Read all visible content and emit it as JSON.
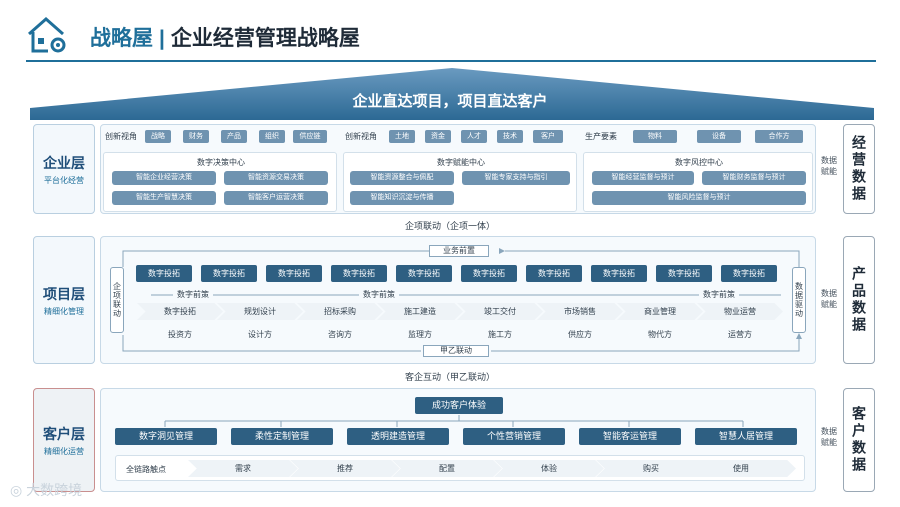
{
  "header": {
    "title_part1": "战略屋",
    "separator": "|",
    "title_part2": "企业经营管理战略屋"
  },
  "roof": {
    "text": "企业直达项目，项目直达客户"
  },
  "enterprise_layer": {
    "name": "企业层",
    "subtitle": "平台化经营",
    "groups": [
      {
        "view_label": "创新视角",
        "tags": [
          "战略",
          "财务",
          "产品",
          "组织",
          "供应链"
        ],
        "center_title": "数字决策中心",
        "pills": [
          "智能企业经营决策",
          "智能资源交易决策",
          "智能生产智慧决策",
          "智能客户运营决策"
        ]
      },
      {
        "view_label": "创新视角",
        "tags": [
          "土地",
          "资金",
          "人才",
          "技术",
          "客户"
        ],
        "center_title": "数字赋能中心",
        "pills": [
          "智能资源整合与佩配",
          "智能专家支持与指引",
          "智能知识沉淀与传播"
        ]
      },
      {
        "view_label": "生产要素",
        "tags": [
          "物料",
          "设备",
          "合作方"
        ],
        "center_title": "数字风控中心",
        "pills": [
          "智能经营监督与预计",
          "智能财务监督与预计",
          "智能风险监督与预计"
        ]
      }
    ],
    "empower": "数据\n赋能",
    "right_label": "经营数据"
  },
  "link1": "企项联动（企项一体）",
  "project_layer": {
    "name": "项目层",
    "subtitle": "精细化管理",
    "business_label": "业务前置",
    "data_boxes": [
      "数字投拓",
      "数字投拓",
      "数字投拓",
      "数字投拓",
      "数字投拓",
      "数字投拓",
      "数字投拓",
      "数字投拓",
      "数字投拓",
      "数字投拓"
    ],
    "left_link": "企项联动",
    "right_link": "数据驱动",
    "data_front": [
      "数字前策",
      "数字前策",
      "数字前策"
    ],
    "stages": [
      "数字投拓",
      "规划设计",
      "招标采购",
      "施工建造",
      "竣工交付",
      "市场销售",
      "商业管理",
      "物业运营"
    ],
    "parties": [
      "投资方",
      "设计方",
      "咨询方",
      "监理方",
      "施工方",
      "供应方",
      "物代方",
      "运营方"
    ],
    "bottom_link": "甲乙联动",
    "empower": "数据\n赋能",
    "right_label": "产品数据"
  },
  "link2": "客企互动（甲乙联动）",
  "customer_layer": {
    "name": "客户层",
    "subtitle": "精细化运营",
    "top_tag": "成功客户体验",
    "mgmt": [
      "数字洞见管理",
      "柔性定制管理",
      "透明建造管理",
      "个性营销管理",
      "智能客运管理",
      "智慧人居管理"
    ],
    "journey_label": "全链路触点",
    "journey": [
      "需求",
      "推荐",
      "配置",
      "体验",
      "购买",
      "使用"
    ],
    "empower": "数据\n赋能",
    "right_label": "客户数据"
  },
  "watermark": "大数跨境",
  "colors": {
    "primary": "#1f6f9a",
    "dark": "#2e5f82",
    "tag": "#6f93b0",
    "roof_top": "#6a9ac0",
    "roof_bottom": "#2c6994"
  }
}
